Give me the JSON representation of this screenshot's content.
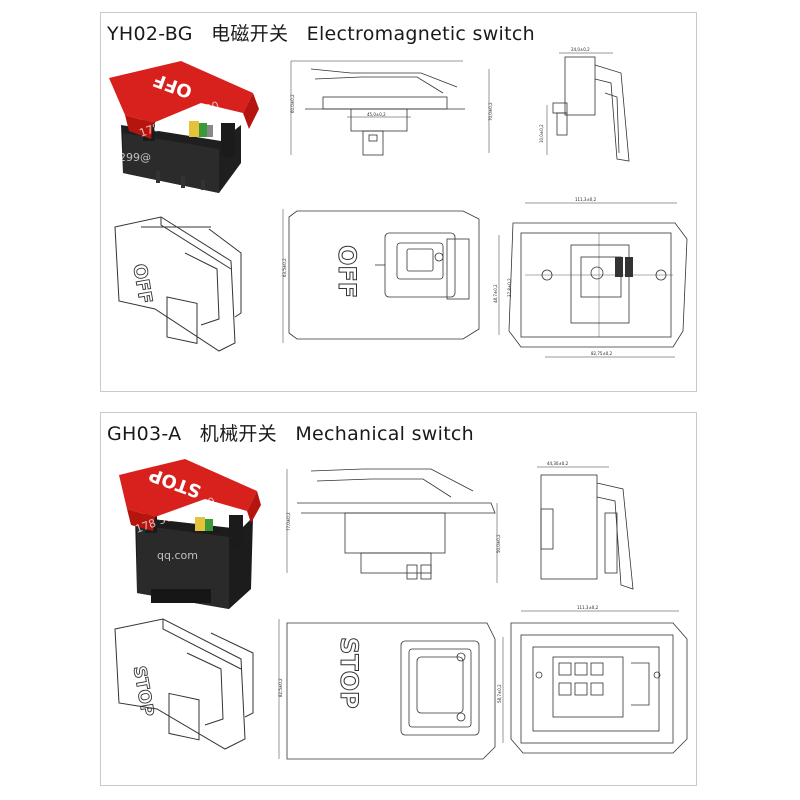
{
  "panels": [
    {
      "model": "YH02-BG",
      "name_cn": "电磁开关",
      "name_en": "Electromagnetic switch",
      "cover_label": "OFF",
      "watermark": "178 5020 9830",
      "watermark2": "299@",
      "dims": {
        "side_height": "60,0±0,2",
        "side_body": "45,0±0,2",
        "side_total": "70,0±0,2",
        "end_top": "24,0±0,2",
        "end_left": "10,0±0,2",
        "front_height": "63,5±0,2",
        "rear_width": "111,3±0,2",
        "rear_height": "48,7±0,2",
        "rear_inner": "37,8±0,2",
        "rear_bottom": "82,75±0,2"
      }
    },
    {
      "model": "GH03-A",
      "name_cn": "机械开关",
      "name_en": "Mechanical switch",
      "cover_label": "STOP",
      "watermark": "178 5020 9830",
      "watermark2": "qq.com",
      "dims": {
        "side_height": "77,0±0,2",
        "side_body": "50,0±0,2",
        "end_top": "44,30±0,2",
        "front_height": "82,5±0,2",
        "rear_width": "111,3±0,2",
        "rear_height": "58,7±0,2"
      }
    }
  ],
  "colors": {
    "cover_red": "#d8201c",
    "body_black": "#222222",
    "line": "#333333",
    "terminal_yellow": "#e6c23a",
    "terminal_green": "#3a9a3a"
  },
  "icons": [
    "switch-photo",
    "side-drawing",
    "end-drawing",
    "iso-drawing",
    "front-drawing",
    "rear-drawing"
  ]
}
